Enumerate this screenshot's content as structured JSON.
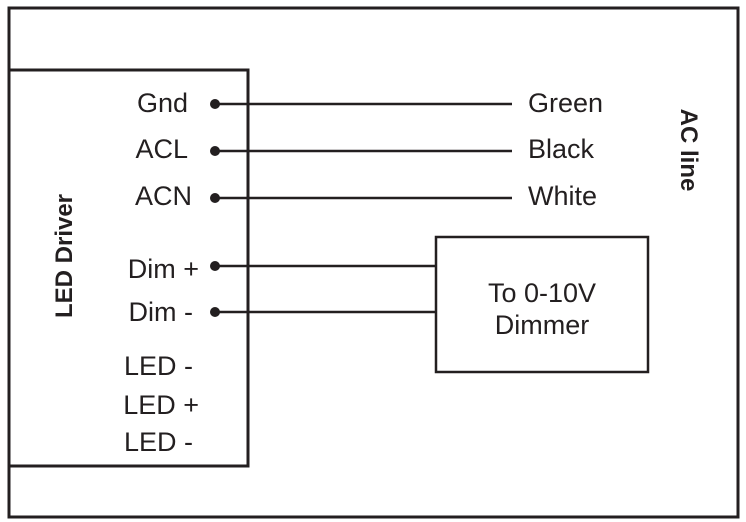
{
  "driver": {
    "title": "LED Driver",
    "terminals": [
      "Gnd",
      "ACL",
      "ACN",
      "Dim +",
      "Dim -",
      "LED -",
      "LED +",
      "LED -"
    ]
  },
  "ac_line": {
    "title": "AC line",
    "wires": [
      "Green",
      "Black",
      "White"
    ]
  },
  "dimmer": {
    "line1": "To 0-10V",
    "line2": "Dimmer"
  },
  "colors": {
    "line": "#231f20",
    "background": "#ffffff"
  }
}
